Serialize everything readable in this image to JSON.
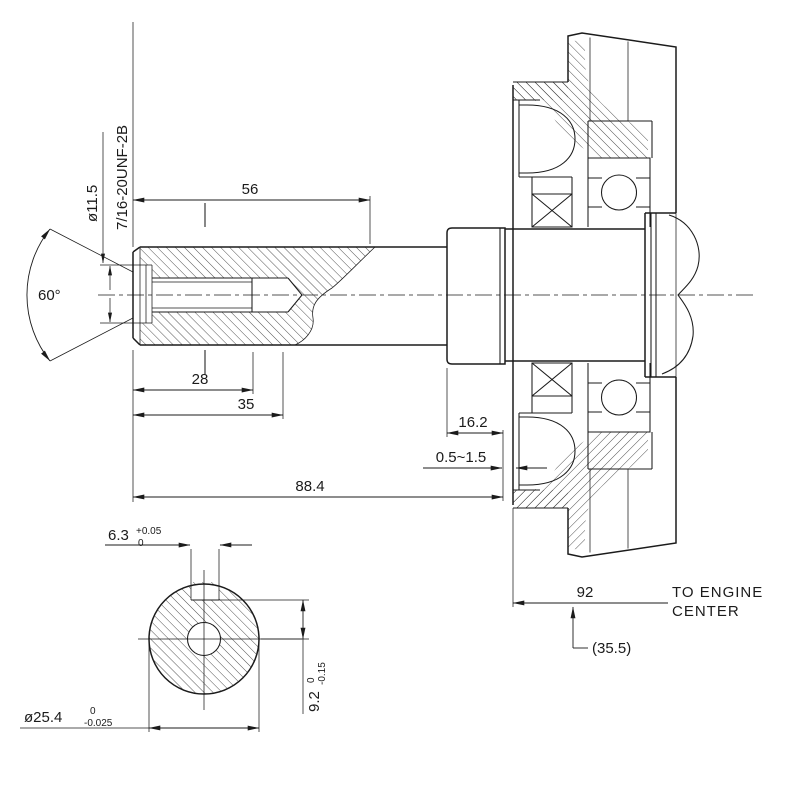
{
  "drawing": {
    "dims": {
      "thread_depth": "56",
      "bore_len_a": "28",
      "bore_len_b": "35",
      "shaft_length": "88.4",
      "step_length": "16.2",
      "clearance": "0.5~1.5",
      "engine_center_offset": "92",
      "engine_note_line1": "TO ENGINE",
      "engine_note_line2": "CENTER",
      "reference_offset": "(35.5)",
      "chamfer_angle": "60°",
      "pilot_bore": "ø11.5",
      "thread_spec": "7/16-20UNF-2B",
      "keyway_width": {
        "nominal": "6.3",
        "upper": "+0.05",
        "lower": "0"
      },
      "keyway_depth": {
        "nominal": "9.2",
        "upper": "0",
        "lower": "-0.15"
      },
      "shaft_diameter": {
        "nominal": "ø25.4",
        "upper": "0",
        "lower": "-0.025"
      }
    },
    "colors": {
      "line": "#1b1b1b",
      "background": "#ffffff"
    }
  }
}
